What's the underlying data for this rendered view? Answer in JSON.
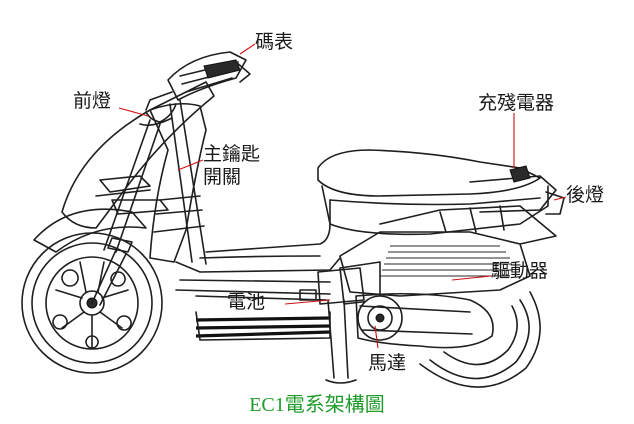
{
  "labels": {
    "meter": "碼表",
    "headlight": "前燈",
    "key_switch_line1": "主鑰匙",
    "key_switch_line2": "開關",
    "charger": "充殘電器",
    "taillight": "後燈",
    "driver": "驅動器",
    "battery": "電池",
    "motor": "馬達"
  },
  "caption": "EC1電系架構圖",
  "colors": {
    "label_text": "#1a1a1a",
    "leader_line": "#cc1111",
    "caption_text": "#1f9c2a",
    "line_art": "#1f1f1f"
  }
}
